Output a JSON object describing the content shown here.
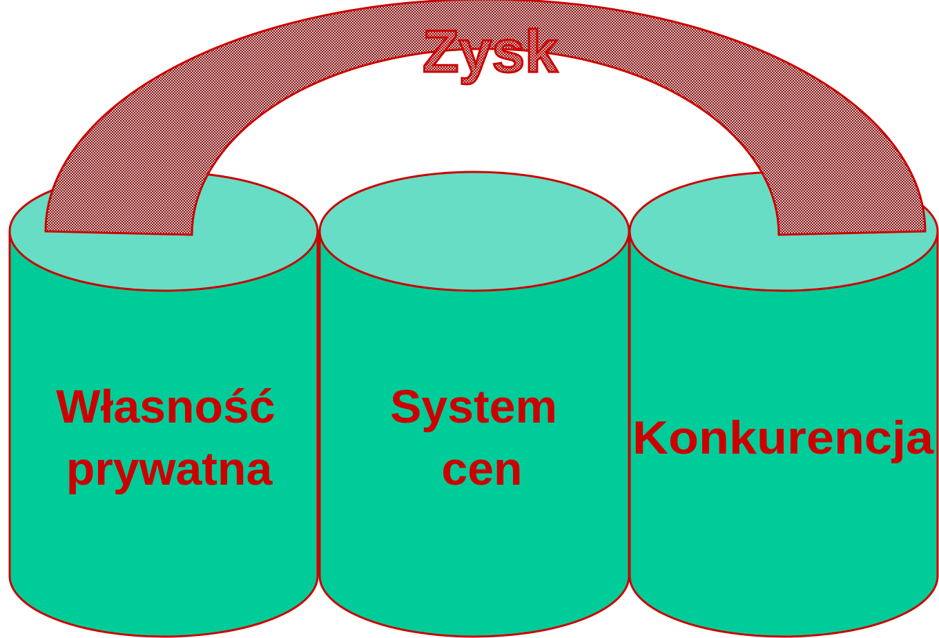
{
  "diagram": {
    "arch": {
      "label": "Zysk"
    },
    "pillars": [
      {
        "line1": "Własność",
        "line2": "prywatna"
      },
      {
        "line1": "System",
        "line2": "cen"
      },
      {
        "line1": "Konkurencja",
        "line2": ""
      }
    ]
  },
  "colors": {
    "pillar_body": "#00cc99",
    "pillar_top": "#66ddc4",
    "outline": "#cc0000",
    "text": "#cc0000",
    "arch_fill": "#b4b4b4"
  }
}
